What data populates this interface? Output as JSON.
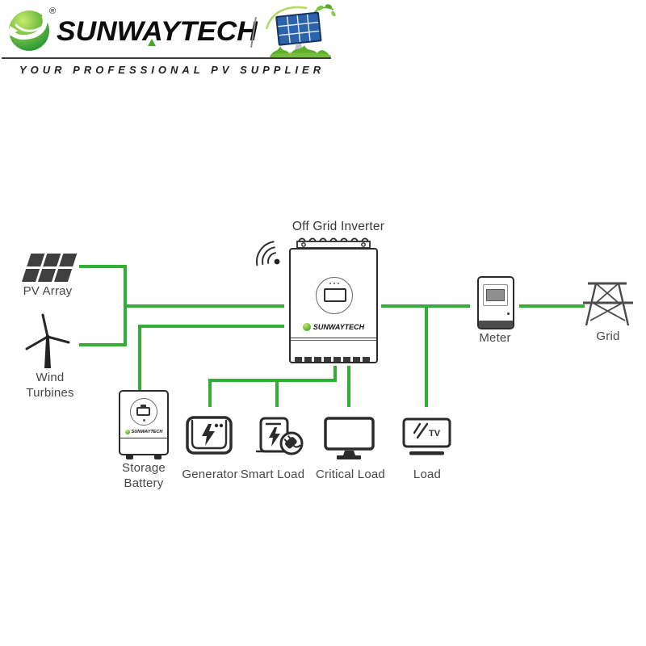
{
  "header": {
    "brand_wordmark": "SUNWAYTECH",
    "registered_mark": "®",
    "tagline": "YOUR PROFESSIONAL PV SUPPLIER"
  },
  "diagram": {
    "inverter_title": "Off Grid Inverter",
    "inverter_brand": "SUNWAYTECH",
    "battery_brand": "SUNWAYTECH",
    "labels": {
      "pv_array": "PV Array",
      "wind_turbines": "Wind Turbines",
      "storage_battery": "Storage Battery",
      "generator": "Generator",
      "smart_load": "Smart Load",
      "critical_load": "Critical Load",
      "load": "Load",
      "meter": "Meter",
      "grid": "Grid"
    },
    "load_icon_text": "TV"
  },
  "colors": {
    "wire_green": "#33ad33",
    "logo_green_light": "#aede3e",
    "logo_green_dark": "#239b38",
    "accent_triangle_green": "#46a926",
    "icon_dark": "#333333",
    "label_gray": "#474747",
    "panel_blue": "#2b63ad",
    "meter_band_gray": "#4c4c4c"
  }
}
